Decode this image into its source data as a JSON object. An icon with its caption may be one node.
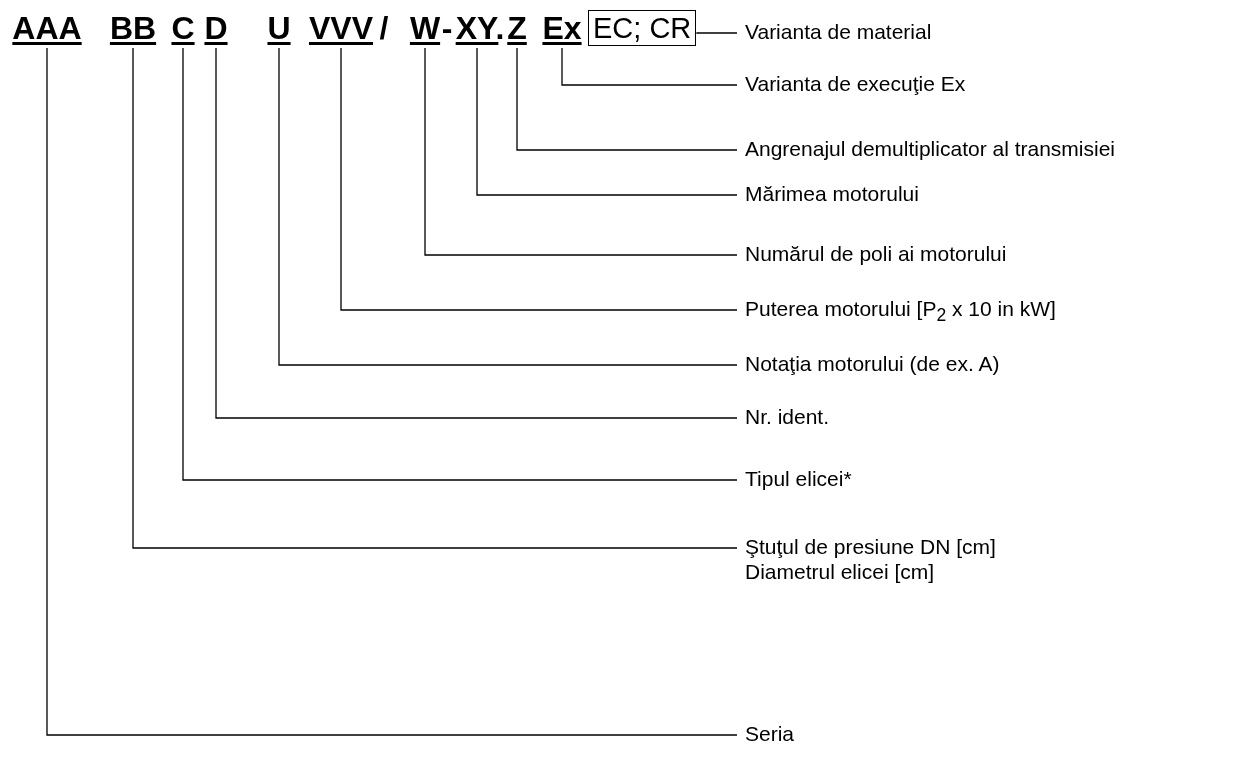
{
  "diagram": {
    "nodes": [
      {
        "text": [
          "AAA"
        ]
      },
      {
        "text": [
          "BB"
        ]
      },
      {
        "text": [
          "C"
        ]
      },
      {
        "text": [
          "D"
        ]
      },
      {
        "text": [
          "U"
        ]
      },
      {
        "text": [
          "VVV"
        ]
      },
      {
        "text": [
          "W"
        ]
      },
      {
        "text": [
          "XY"
        ]
      },
      {
        "text": [
          "Z"
        ]
      },
      {
        "text": [
          "Ex"
        ]
      },
      {
        "text": [
          "EC; CR"
        ]
      },
      {
        "text": [
          "Varianta de material"
        ]
      },
      {
        "text": [
          "Varianta de execuţie Ex"
        ]
      },
      {
        "text": [
          "Angrenajul demultiplicator al transmisiei"
        ]
      },
      {
        "text": [
          "Mărimea motorului"
        ]
      },
      {
        "text": [
          "Numărul de poli ai motorului"
        ]
      },
      {
        "text": [
          "Puterea motorului [P$_{2}$ x 10 in kW]"
        ]
      },
      {
        "text": [
          "Notaţia motorului (de ex. A)"
        ]
      },
      {
        "text": [
          "Nr. ident."
        ]
      },
      {
        "text": [
          "Tipul elicei*"
        ]
      },
      {
        "text": [
          "Ştuţul de presiune DN [cm]",
          "Diametrul elicei [cm]"
        ]
      },
      {
        "text": [
          "Seria"
        ]
      }
    ],
    "edges": [
      {
        "from": 10,
        "to": 11,
        "arrow": "none"
      },
      {
        "from": 9,
        "to": 12,
        "arrow": "none"
      },
      {
        "from": 8,
        "to": 13,
        "arrow": "none"
      },
      {
        "from": 7,
        "to": 14,
        "arrow": "none"
      },
      {
        "from": 6,
        "to": 15,
        "arrow": "none"
      },
      {
        "from": 5,
        "to": 16,
        "arrow": "none"
      },
      {
        "from": 4,
        "to": 17,
        "arrow": "none"
      },
      {
        "from": 3,
        "to": 18,
        "arrow": "none"
      },
      {
        "from": 2,
        "to": 19,
        "arrow": "none"
      },
      {
        "from": 1,
        "to": 20,
        "arrow": "none"
      },
      {
        "from": 0,
        "to": 21,
        "arrow": "none"
      }
    ],
    "labels": [
      "/",
      "-",
      "."
    ]
  }
}
